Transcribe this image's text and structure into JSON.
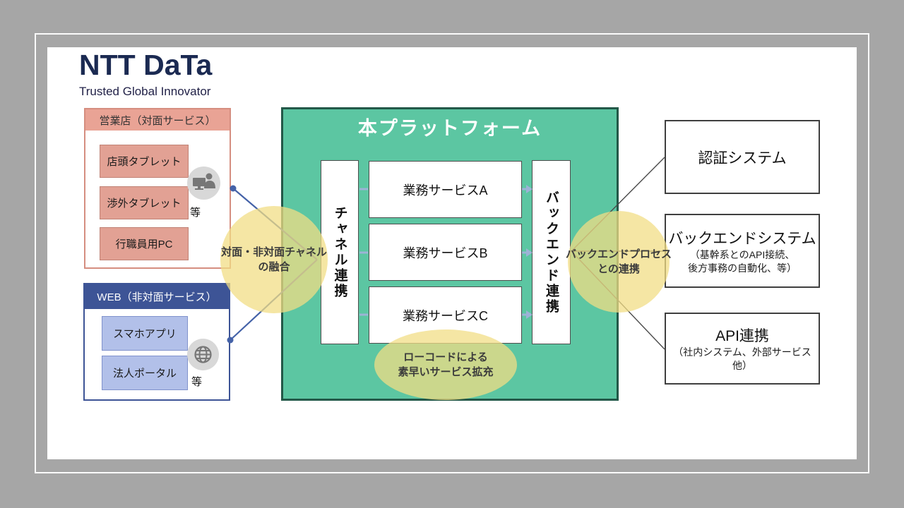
{
  "slide": {
    "logo": {
      "brand": "NTT DaTa",
      "tagline": "Trusted Global Innovator"
    },
    "branch_group": {
      "title": "営業店（対面サービス）",
      "items": [
        "店頭タブレット",
        "渉外タブレット",
        "行職員用PC"
      ],
      "etc_label": "等"
    },
    "web_group": {
      "title": "WEB（非対面サービス）",
      "items": [
        "スマホアプリ",
        "法人ポータル"
      ],
      "etc_label": "等"
    },
    "platform": {
      "title": "本プラットフォーム",
      "channel_link": "チャネル連携",
      "services": [
        "業務サービスA",
        "業務サービスB",
        "業務サービスC"
      ],
      "backend_link": "バックエンド連携"
    },
    "external_systems": {
      "auth": {
        "title": "認証システム"
      },
      "backend": {
        "title": "バックエンドシステム",
        "note_line1": "（基幹系とのAPI接続、",
        "note_line2": "後方事務の自動化、等）"
      },
      "api": {
        "title": "API連携",
        "note_line1": "（社内システム、外部サービス他）"
      }
    },
    "callouts": {
      "channel_fusion": {
        "line1": "対面・非対面チャネル",
        "line2": "の融合"
      },
      "low_code": {
        "line1": "ローコードによる",
        "line2": "素早いサービス拡充"
      },
      "backend_process": {
        "line1": "バックエンドプロセス",
        "line2": "との連携"
      }
    },
    "colors": {
      "platform_green": "#5cc6a2",
      "platform_border": "#235848",
      "branch_pink": "#e9a395",
      "web_blue": "#3d5496",
      "highlight_yellow": "#f2dd84",
      "logo_navy": "#1b2a52",
      "connector_blue": "#4462a8",
      "connector_gray": "#4a4a4a",
      "inner_arrow_blue_gray": "#9db3d6"
    }
  }
}
